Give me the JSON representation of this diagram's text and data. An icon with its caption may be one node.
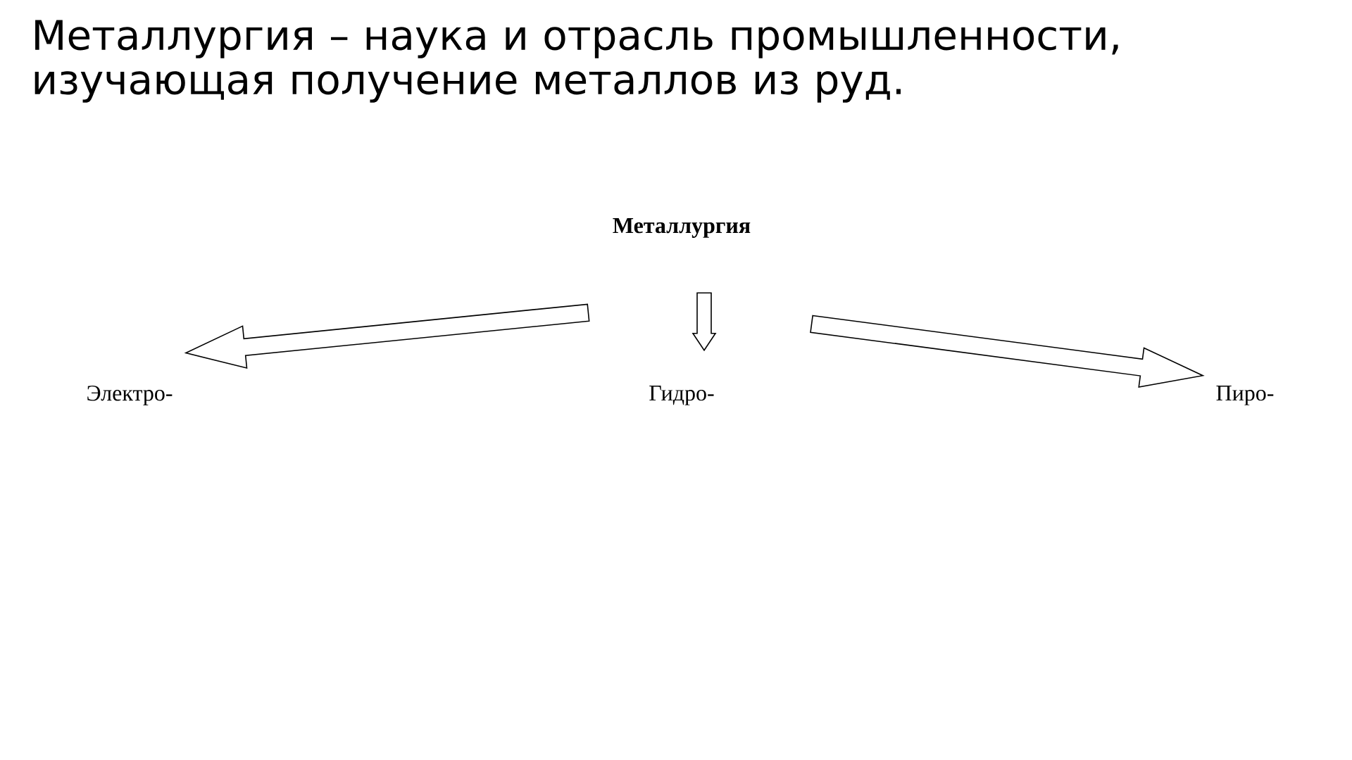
{
  "diagram": {
    "title": "Металлургия – наука и отрасль промышленности, изучающая получение металлов из руд.",
    "nodes": [
      {
        "text": [
          "Металлургия"
        ]
      },
      {
        "text": [
          "Электро-"
        ]
      },
      {
        "text": [
          "Гидро-"
        ]
      },
      {
        "text": [
          "Пиро-"
        ]
      }
    ],
    "edges": [
      {
        "from": 0,
        "to": 1,
        "arrow": "to"
      },
      {
        "from": 0,
        "to": 2,
        "arrow": "to"
      },
      {
        "from": 0,
        "to": 3,
        "arrow": "to"
      }
    ]
  }
}
